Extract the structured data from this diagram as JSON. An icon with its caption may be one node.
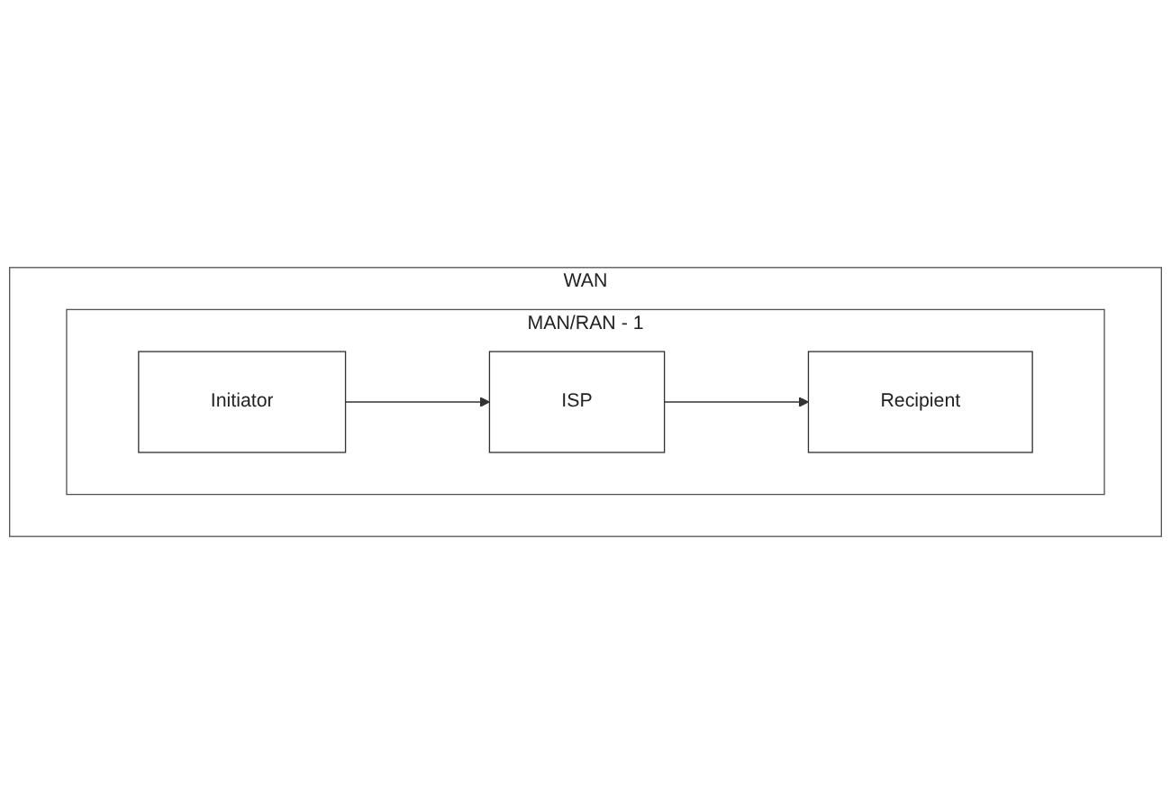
{
  "diagram": {
    "nodes": [
      {
        "text": [
          "WAN"
        ]
      },
      {
        "text": [
          "MAN/RAN - 1"
        ],
        "in": 0
      },
      {
        "text": [
          "Initiator"
        ],
        "in": 1
      },
      {
        "text": [
          "ISP"
        ],
        "in": 1
      },
      {
        "text": [
          "Recipient"
        ],
        "in": 1
      }
    ],
    "edges": [
      {
        "from": 2,
        "to": 3,
        "arrow": "to"
      },
      {
        "from": 3,
        "to": 4,
        "arrow": "to"
      }
    ]
  }
}
